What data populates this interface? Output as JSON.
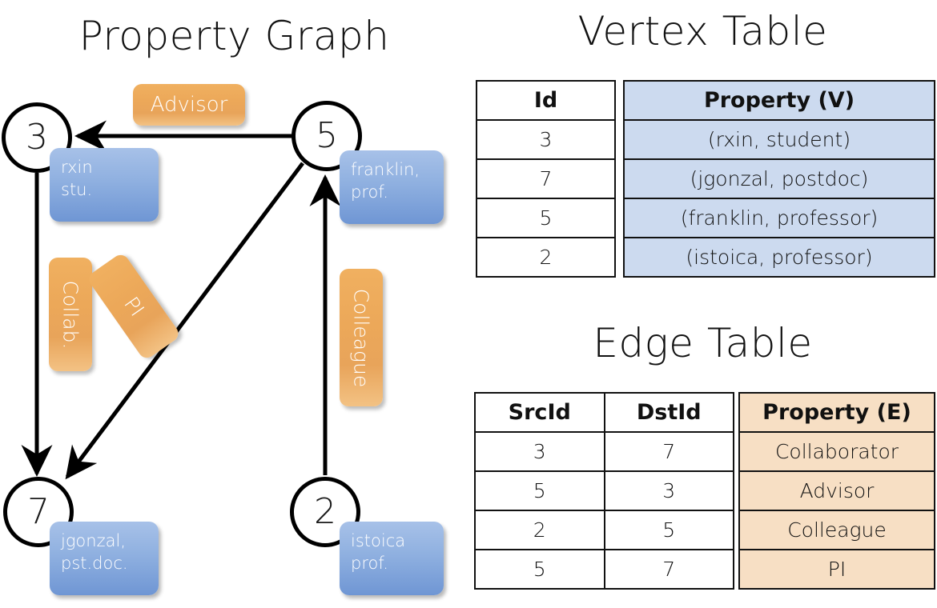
{
  "titles": {
    "property_graph": "Property Graph",
    "vertex_table": "Vertex Table",
    "edge_table": "Edge Table"
  },
  "graph": {
    "vertices": [
      {
        "id": "3",
        "label_line1": "rxin",
        "label_line2": "stu."
      },
      {
        "id": "5",
        "label_line1": "franklin,",
        "label_line2": "prof."
      },
      {
        "id": "7",
        "label_line1": "jgonzal,",
        "label_line2": "pst.doc."
      },
      {
        "id": "2",
        "label_line1": "istoica",
        "label_line2": "prof."
      }
    ],
    "edge_labels": {
      "advisor": "Advisor",
      "collab": "Collab.",
      "pi": "PI",
      "colleague": "Colleague"
    }
  },
  "vertex_table": {
    "headers": {
      "id": "Id",
      "property": "Property (V)"
    },
    "rows": [
      {
        "id": "3",
        "property": "(rxin, student)"
      },
      {
        "id": "7",
        "property": "(jgonzal, postdoc)"
      },
      {
        "id": "5",
        "property": "(franklin, professor)"
      },
      {
        "id": "2",
        "property": "(istoica, professor)"
      }
    ]
  },
  "edge_table": {
    "headers": {
      "src": "SrcId",
      "dst": "DstId",
      "property": "Property (E)"
    },
    "rows": [
      {
        "src": "3",
        "dst": "7",
        "property": "Collaborator"
      },
      {
        "src": "5",
        "dst": "3",
        "property": "Advisor"
      },
      {
        "src": "2",
        "dst": "5",
        "property": "Colleague"
      },
      {
        "src": "5",
        "dst": "7",
        "property": "PI"
      }
    ]
  },
  "colors": {
    "vertex_property_fill": "#ccdaef",
    "edge_property_fill": "#f7dfc4",
    "vertex_box_blue": "#8fb0e0",
    "edge_label_orange": "#eca859",
    "stroke": "#111111"
  }
}
